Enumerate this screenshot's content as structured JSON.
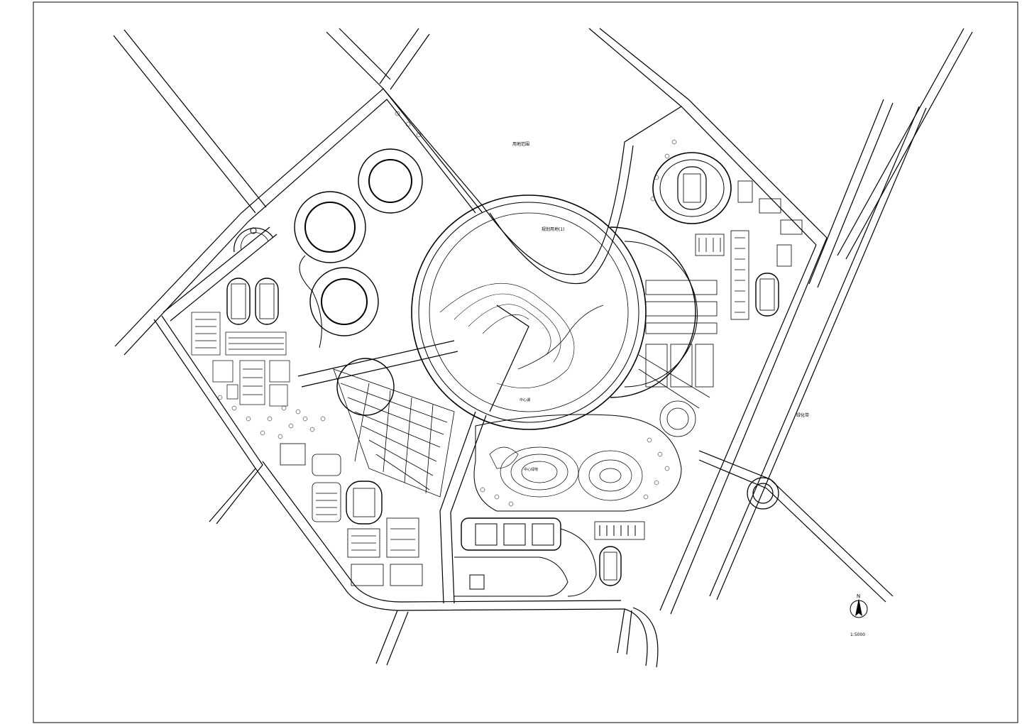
{
  "drawing": {
    "line_color": "#000000",
    "background": "#ffffff",
    "scale_text": "1:5000",
    "north_label": "N",
    "labels": {
      "zone_top": "用地范围",
      "zone_mid": "规划用地(1)",
      "zone_right": "绿化带",
      "lake_label": "中心湖",
      "hill_label": "中心绿地"
    },
    "icons": [
      "north-arrow-icon",
      "running-track-icon",
      "football-field-icon",
      "roundabout-icon"
    ]
  }
}
